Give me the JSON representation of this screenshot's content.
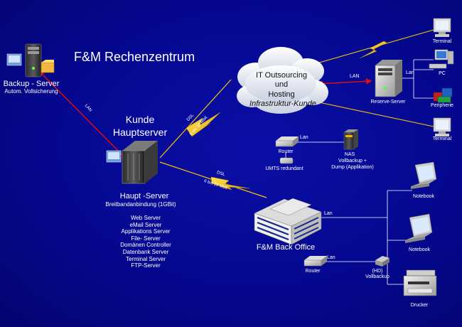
{
  "title": "F&M Rechenzentrum",
  "backup": {
    "label": "Backup - Server",
    "sub": "Autom. Vollsicherung"
  },
  "lan_label": "LAN",
  "kunde": {
    "line1": "Kunde",
    "line2": "Hauptserver"
  },
  "haupt": {
    "label": "Haupt -Server",
    "sub": "Breitbandanbindung (1GBit)",
    "services": [
      "Web Server",
      "eMail Server",
      "Applikations Server",
      "File- Server",
      "Domänen Controller",
      "Datenbank Server",
      "Terminal Server",
      "FTP-Server"
    ]
  },
  "dsl1": {
    "a": "DSL",
    "b": "6 bis 16 Mbit"
  },
  "dsl2": {
    "a": "DSL",
    "b": "6 bis 16 Mbit"
  },
  "cloud": {
    "l1": "IT Outsourcing",
    "l2": "und",
    "l3": "Hosting",
    "l4": "Infrastruktur-Kunde"
  },
  "reserve": "Reserve-Server",
  "lan": "Lan",
  "lan_caps": "LAN",
  "terminal": "Terminal",
  "pc": "PC",
  "peripherie": "Peripherie",
  "router": "Router",
  "umts": "UMTS redundant",
  "nas": {
    "l1": "NAS",
    "l2": "Vollbackup +",
    "l3": "Dump (Applikation)"
  },
  "backoffice": "F&M Back Office",
  "notebook": "Notebook",
  "hd": {
    "l1": "(HD)",
    "l2": "Vollbackup"
  },
  "drucker": "Drucker",
  "colors": {
    "background": "#05088f",
    "lightning": "#f5c60a",
    "link_red": "#e01010",
    "wire_white": "#ffffff"
  }
}
